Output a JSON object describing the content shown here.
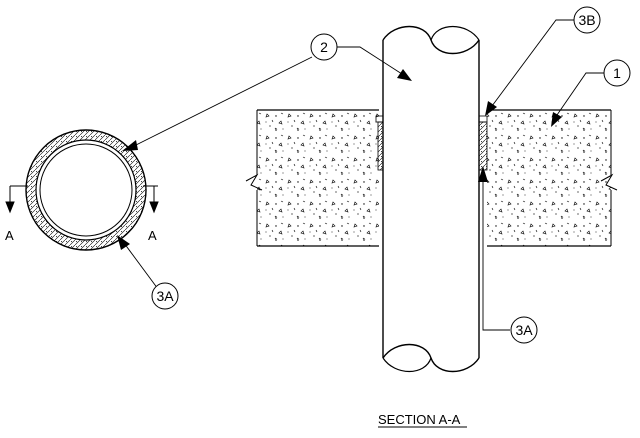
{
  "callouts": {
    "c1": "1",
    "c2": "2",
    "c3A_plan": "3A",
    "c3A_section": "3A",
    "c3B": "3B"
  },
  "section_marks": {
    "left": "A",
    "right": "A"
  },
  "title": "SECTION A-A",
  "colors": {
    "line": "#000000",
    "background": "#ffffff"
  }
}
